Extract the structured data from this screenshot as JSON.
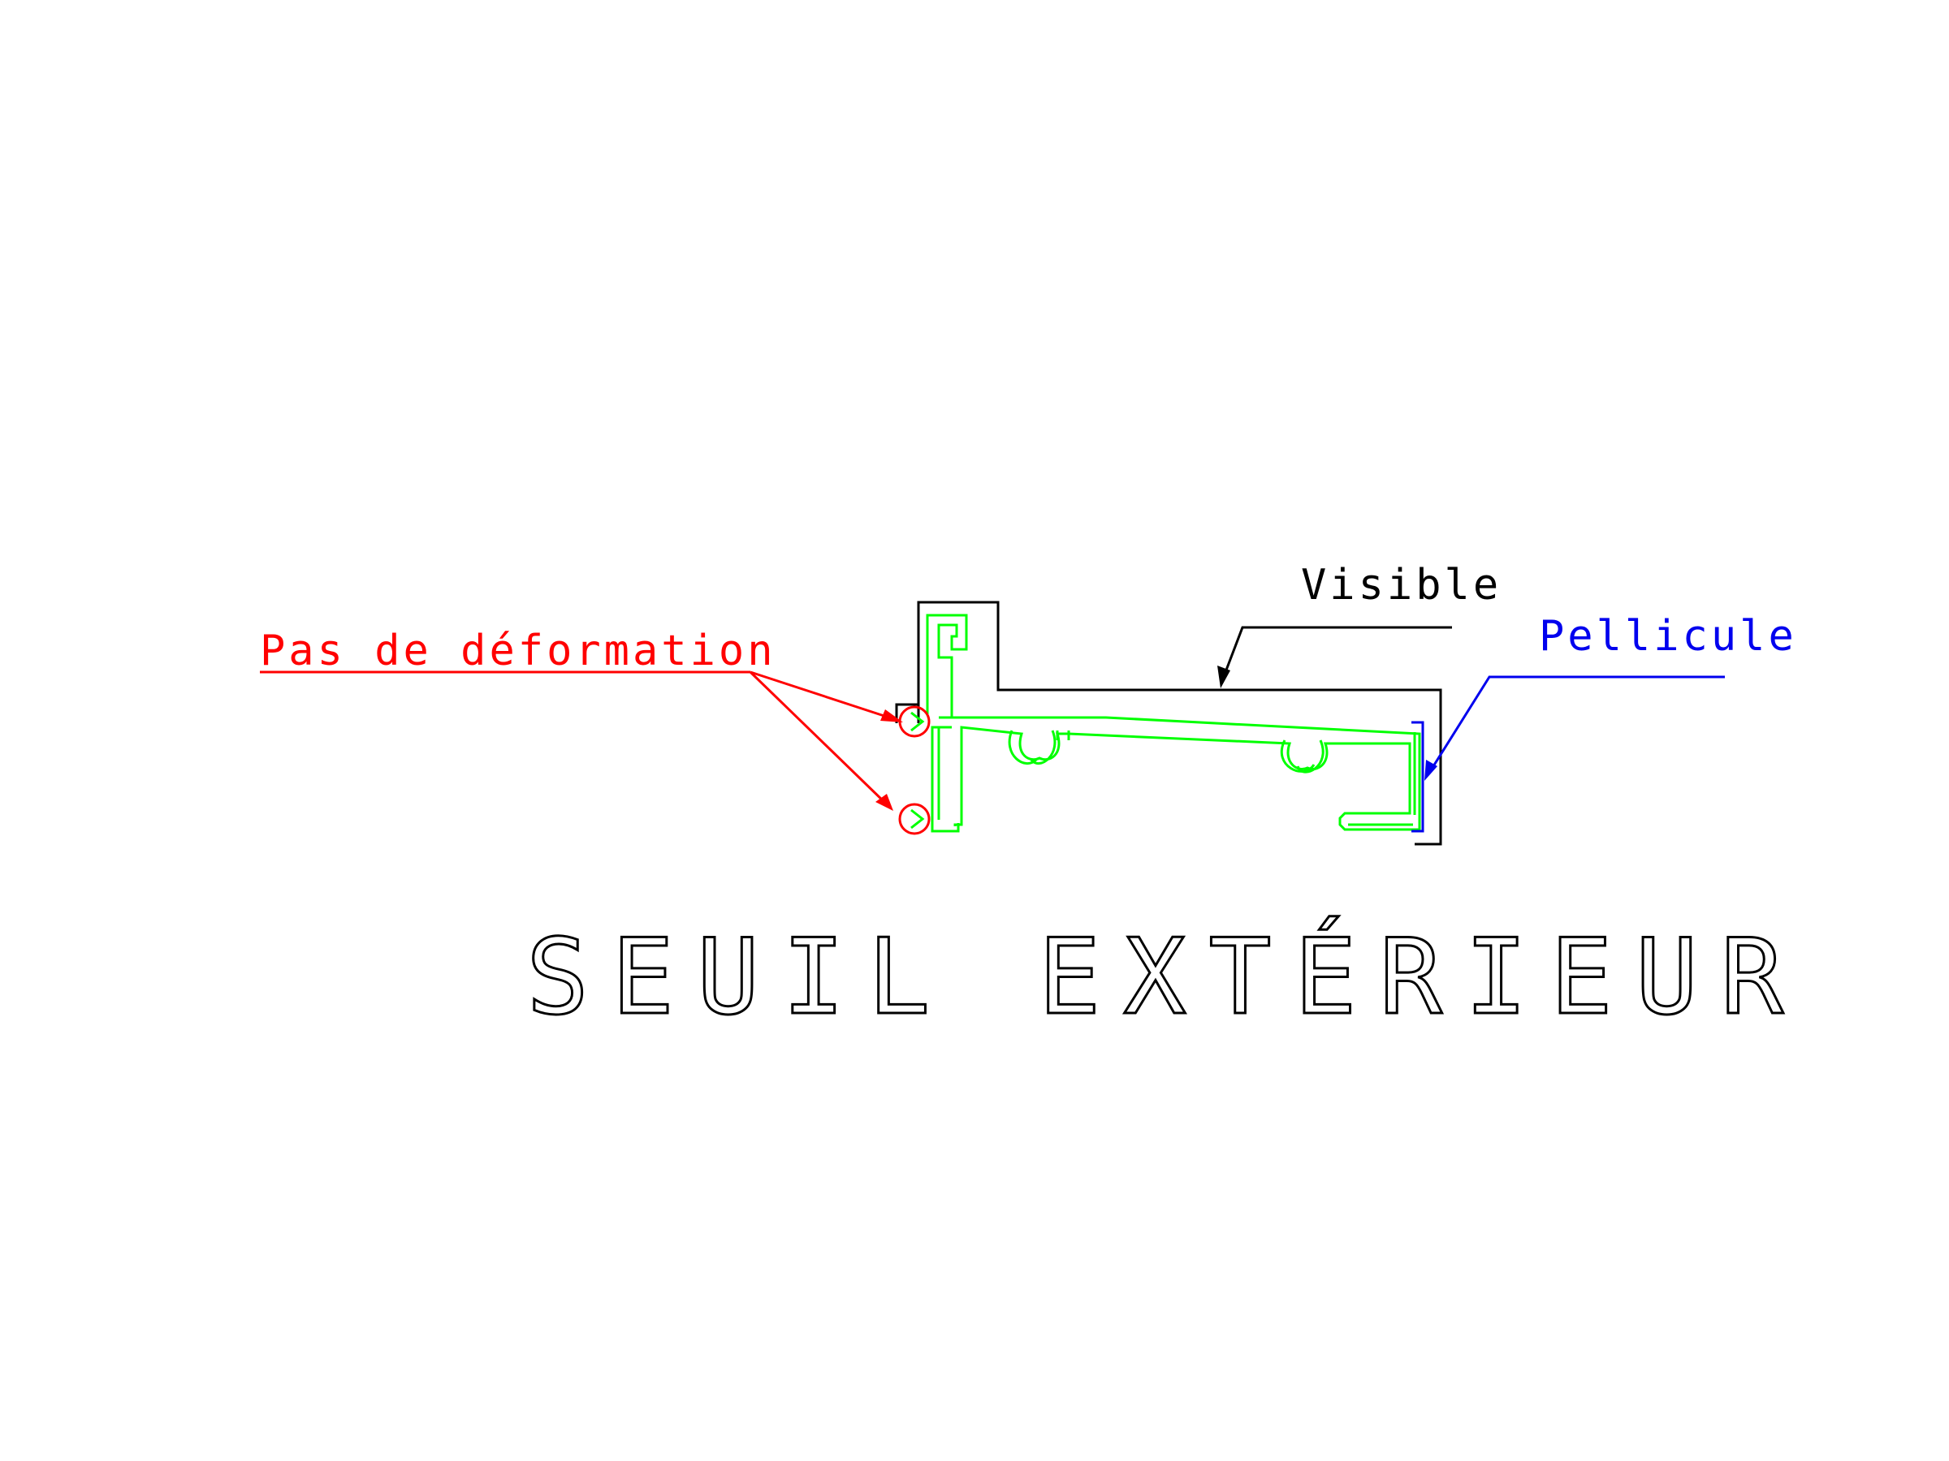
{
  "labels": {
    "deformation": "Pas de déformation",
    "visible": "Visible",
    "pellicule": "Pellicule",
    "title": "SEUIL EXTÉRIEUR"
  },
  "colors": {
    "profile": "#00ff00",
    "deformation": "#ff0000",
    "visible": "#000000",
    "pellicule": "#0000ee",
    "background": "#ffffff"
  }
}
